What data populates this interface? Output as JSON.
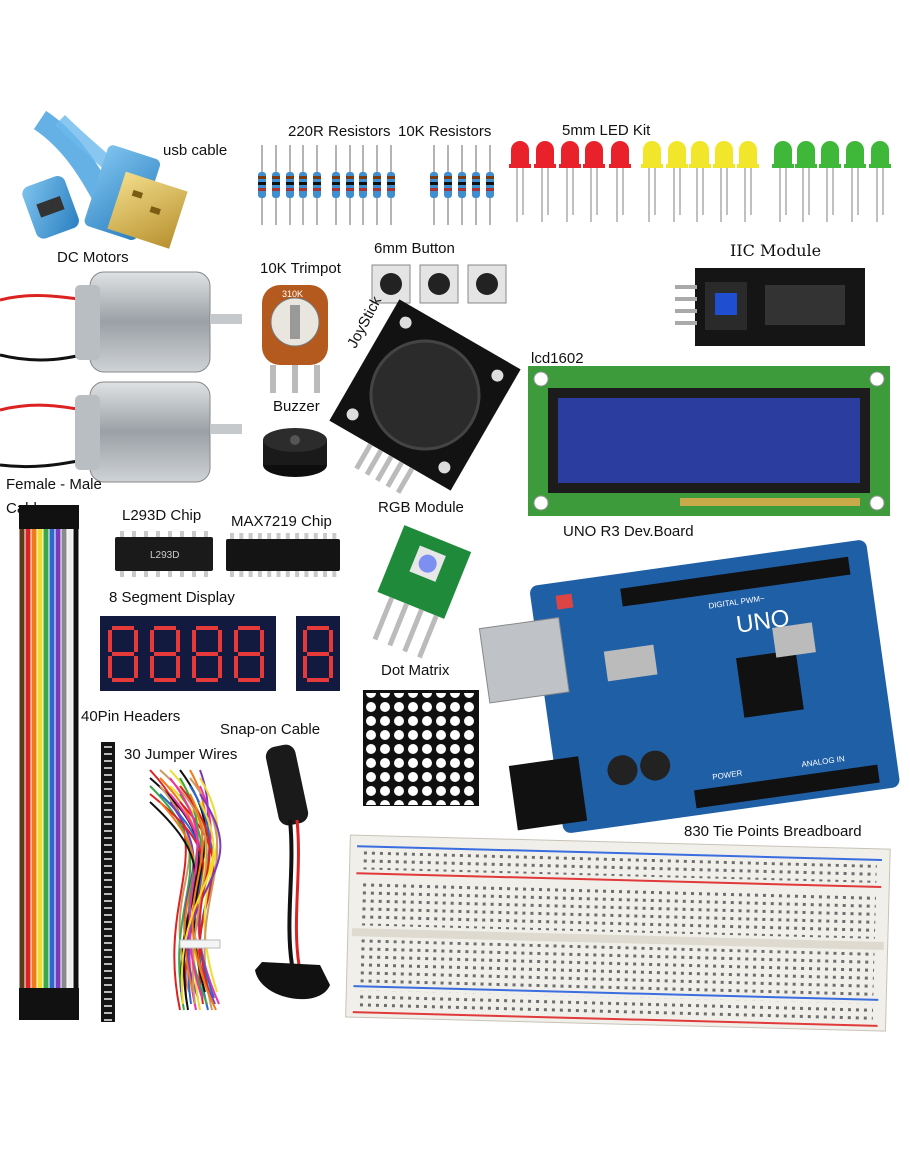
{
  "labels": {
    "usb_cable": "usb cable",
    "resistors_220r": "220R Resistors",
    "resistors_10k": "10K Resistors",
    "led_kit": "5mm LED Kit",
    "dc_motors": "DC Motors",
    "trimpot": "10K Trimpot",
    "button": "6mm Button",
    "iic_module": "IIC Module",
    "joystick": "JoyStick",
    "lcd": "lcd1602",
    "buzzer": "Buzzer",
    "female_male": "Female - Male",
    "cable": "Cable",
    "l293d": "L293D Chip",
    "max7219": "MAX7219 Chip",
    "rgb_module": "RGB Module",
    "uno_board": "UNO R3  Dev.Board",
    "segment_display": "8 Segment Display",
    "dot_matrix": "Dot Matrix",
    "pin_headers": "40Pin Headers",
    "snap_cable": "Snap-on Cable",
    "jumper_wires": "30 Jumper Wires",
    "breadboard": "830 Tie Points Breadboard"
  },
  "chip_text": {
    "l293d": "L293D",
    "uno_logo": "UNO",
    "uno_brand": "DIGITAL PWM~",
    "power": "POWER",
    "analog": "ANALOG IN",
    "trimpot_value": "310K"
  },
  "colors": {
    "uno_blue": "#1f5fa6",
    "lcd_green": "#3d9b3b",
    "lcd_screen": "#2b3d9e",
    "segment_red": "#e63a3a",
    "led_red": "#e8212a",
    "led_yellow": "#f1e62a",
    "led_green": "#3fb83a"
  }
}
